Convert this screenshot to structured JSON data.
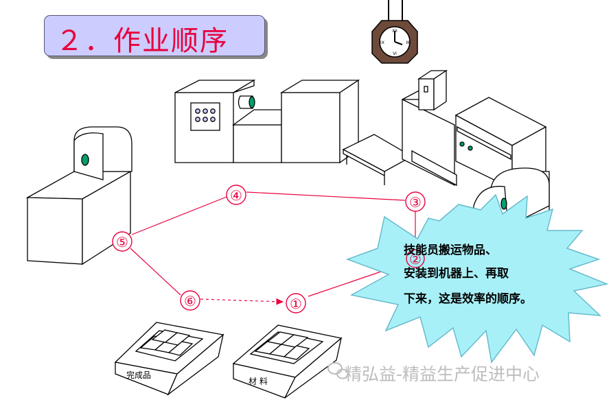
{
  "title": "２．作业顺序",
  "steps": [
    {
      "label": "①"
    },
    {
      "label": "②"
    },
    {
      "label": "③"
    },
    {
      "label": "④"
    },
    {
      "label": "⑤"
    },
    {
      "label": "⑥"
    }
  ],
  "boxes": {
    "finished": "完成品",
    "material": "材 料"
  },
  "callout": {
    "lines": [
      "技能员搬运物品、",
      "安装到机器上、再取",
      "下来，这是效率的顺序。"
    ]
  },
  "watermark": {
    "icon": "wechat-icon",
    "text": "精弘益-精益生产促进中心"
  },
  "colors": {
    "title_bg": "#ccccff",
    "title_text": "#e8003c",
    "route": "#e8003c",
    "callout_fill": "#a8f0f8",
    "indicator": "#00a070"
  }
}
